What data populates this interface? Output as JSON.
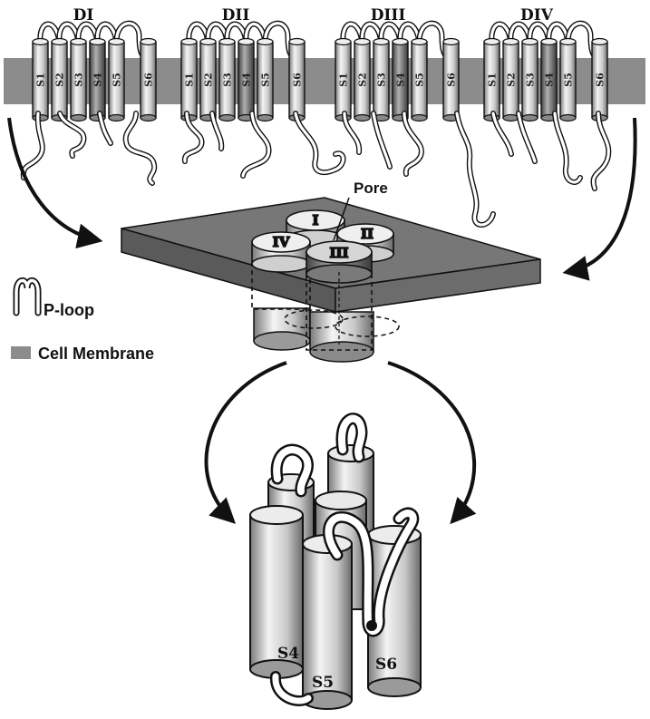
{
  "domains": [
    {
      "label": "DI",
      "segments": [
        "S1",
        "S2",
        "S3",
        "S4",
        "S5",
        "S6"
      ]
    },
    {
      "label": "DII",
      "segments": [
        "S1",
        "S2",
        "S3",
        "S4",
        "S5",
        "S6"
      ]
    },
    {
      "label": "DIII",
      "segments": [
        "S1",
        "S2",
        "S3",
        "S4",
        "S5",
        "S6"
      ]
    },
    {
      "label": "DIV",
      "segments": [
        "S1",
        "S2",
        "S3",
        "S4",
        "S5",
        "S6"
      ]
    }
  ],
  "pore": {
    "label": "Pore",
    "subunits": [
      "I",
      "II",
      "III",
      "IV"
    ]
  },
  "legend": {
    "ploop_label": "P-loop",
    "membrane_label": "Cell Membrane"
  },
  "detail": {
    "segments": [
      "S4",
      "S5",
      "S6"
    ]
  },
  "colors": {
    "membrane": "#8c8c8c",
    "cylinder_light": "#f2f2f2",
    "cylinder_mid": "#b9b9b9",
    "cylinder_dark": "#6e6e6e",
    "line": "#111111"
  }
}
